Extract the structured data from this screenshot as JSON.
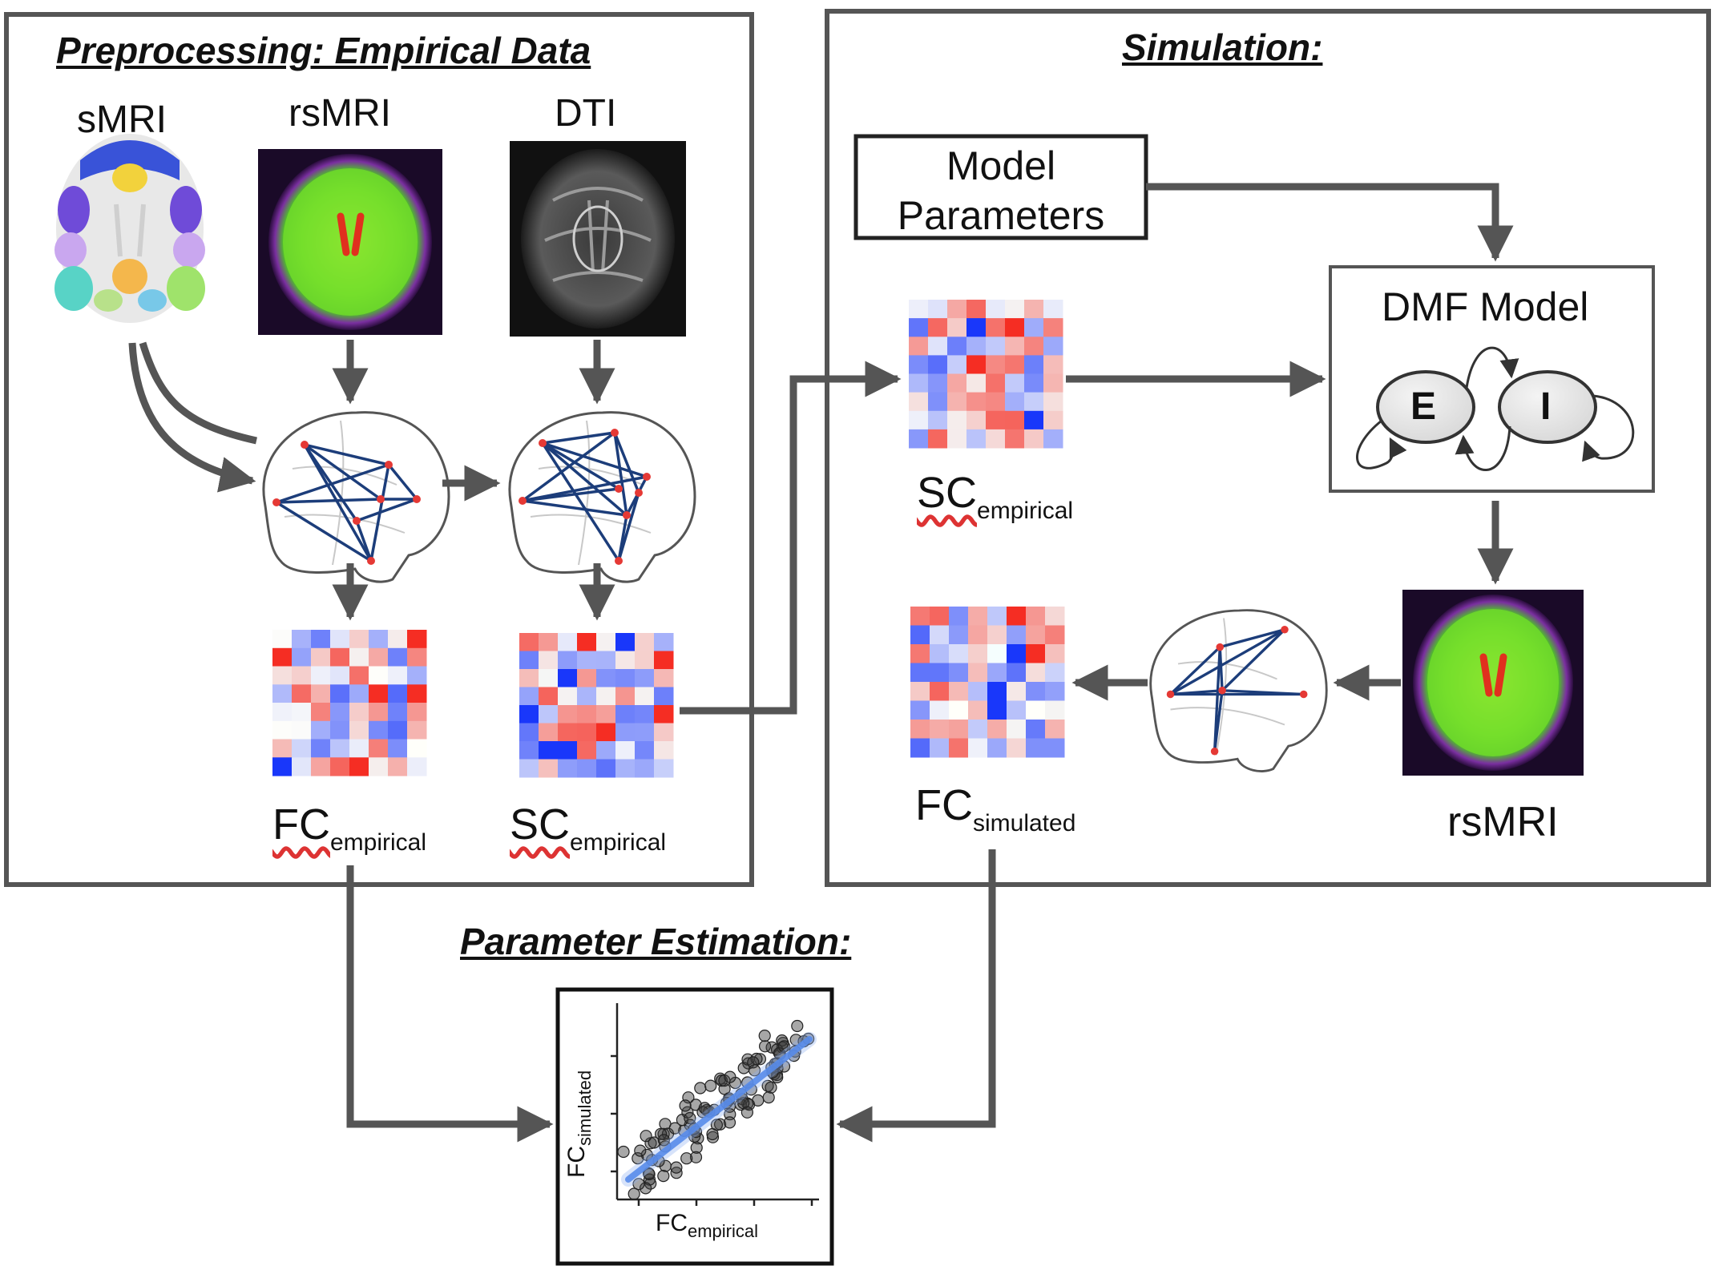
{
  "sections": {
    "preprocessing_title": "Preprocessing: Empirical Data",
    "simulation_title": "Simulation:",
    "estimation_title": "Parameter Estimation:"
  },
  "modalities": {
    "smri": "sMRI",
    "rsmri": "rsMRI",
    "dti": "DTI"
  },
  "matrices": {
    "fc_empirical": {
      "main": "FC",
      "sub": "empirical"
    },
    "sc_empirical": {
      "main": "SC",
      "sub": "empirical"
    },
    "sc_empirical_sim": {
      "main": "SC",
      "sub": "empirical"
    },
    "fc_simulated": {
      "main": "FC",
      "sub": "simulated"
    }
  },
  "model": {
    "params_line1": "Model",
    "params_line2": "Parameters",
    "dmf_title": "DMF Model",
    "node_e": "E",
    "node_i": "I"
  },
  "rsmri_output": "rsMRI",
  "scatter": {
    "xlabel_main": "FC",
    "xlabel_sub": "empirical",
    "ylabel_main": "FC",
    "ylabel_sub": "simulated"
  },
  "colors": {
    "arrow": "#555555",
    "box_border": "#555555",
    "network_edge": "#1c3d7a",
    "network_node": "#e53935",
    "fit_line": "#3b78e7",
    "matrix_positive": "#d7301f",
    "matrix_negative": "#1a3ee8"
  }
}
